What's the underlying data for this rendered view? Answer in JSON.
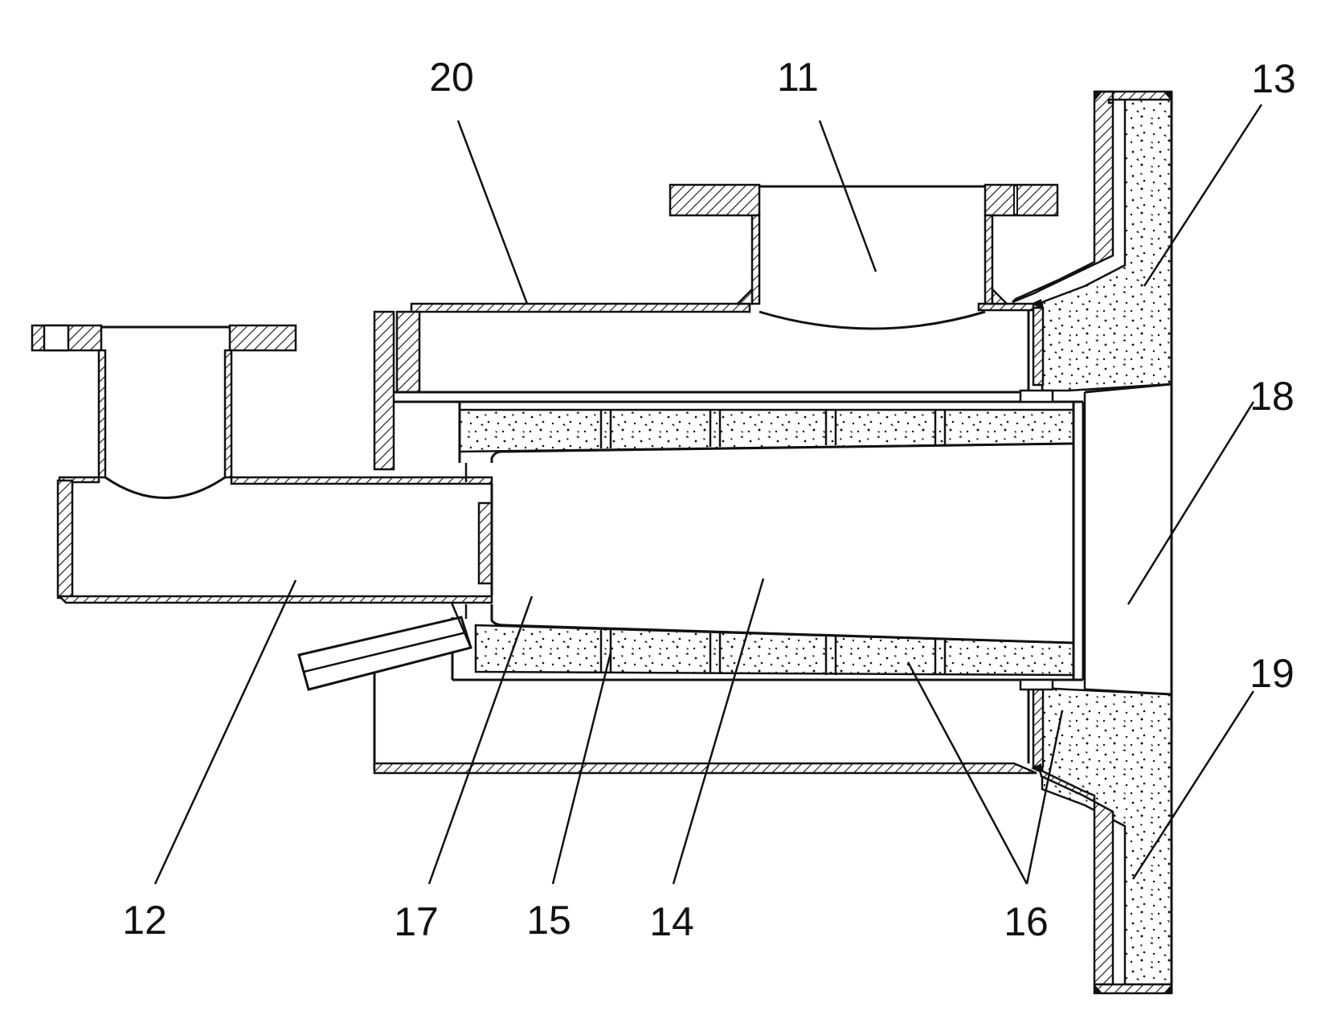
{
  "labels": {
    "l11": "11",
    "l12": "12",
    "l13": "13",
    "l14": "14",
    "l15": "15",
    "l16": "16",
    "l17": "17",
    "l18": "18",
    "l19": "19",
    "l20": "20"
  }
}
